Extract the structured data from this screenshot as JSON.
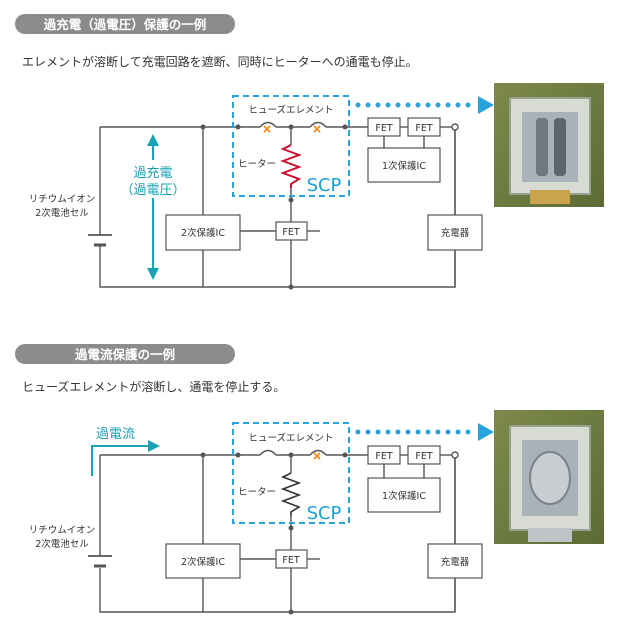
{
  "sections": [
    {
      "title": "過充電（過電圧）保護の一例",
      "description": "エレメントが溶断して充電回路を遮断、同時にヒーターへの通電も停止。",
      "battery_label_line1": "リチウムイオン",
      "battery_label_line2": "2次電池セル",
      "arrow_label_line1": "過充電",
      "arrow_label_line2": "（過電圧）",
      "fuse_label": "ヒューズエレメント",
      "heater_label": "ヒーター",
      "scp_label": "SCP",
      "secondary_ic_label": "2次保護IC",
      "primary_ic_label": "1次保護IC",
      "fet_label": "FET",
      "charger_label": "充電器",
      "heater_color": "#c8102e"
    },
    {
      "title": "過電流保護の一例",
      "description": "ヒューズエレメントが溶断し、通電を停止する。",
      "battery_label_line1": "リチウムイオン",
      "battery_label_line2": "2次電池セル",
      "arrow_label_line1": "過電流",
      "fuse_label": "ヒューズエレメント",
      "heater_label": "ヒーター",
      "scp_label": "SCP",
      "secondary_ic_label": "2次保護IC",
      "primary_ic_label": "1次保護IC",
      "fet_label": "FET",
      "charger_label": "充電器",
      "heater_color": "#333333"
    }
  ],
  "colors": {
    "pill": "#8c8c8c",
    "dash": "#29a3dc",
    "teal": "#18a2b5",
    "fuse_mark": "#f08a1c"
  }
}
